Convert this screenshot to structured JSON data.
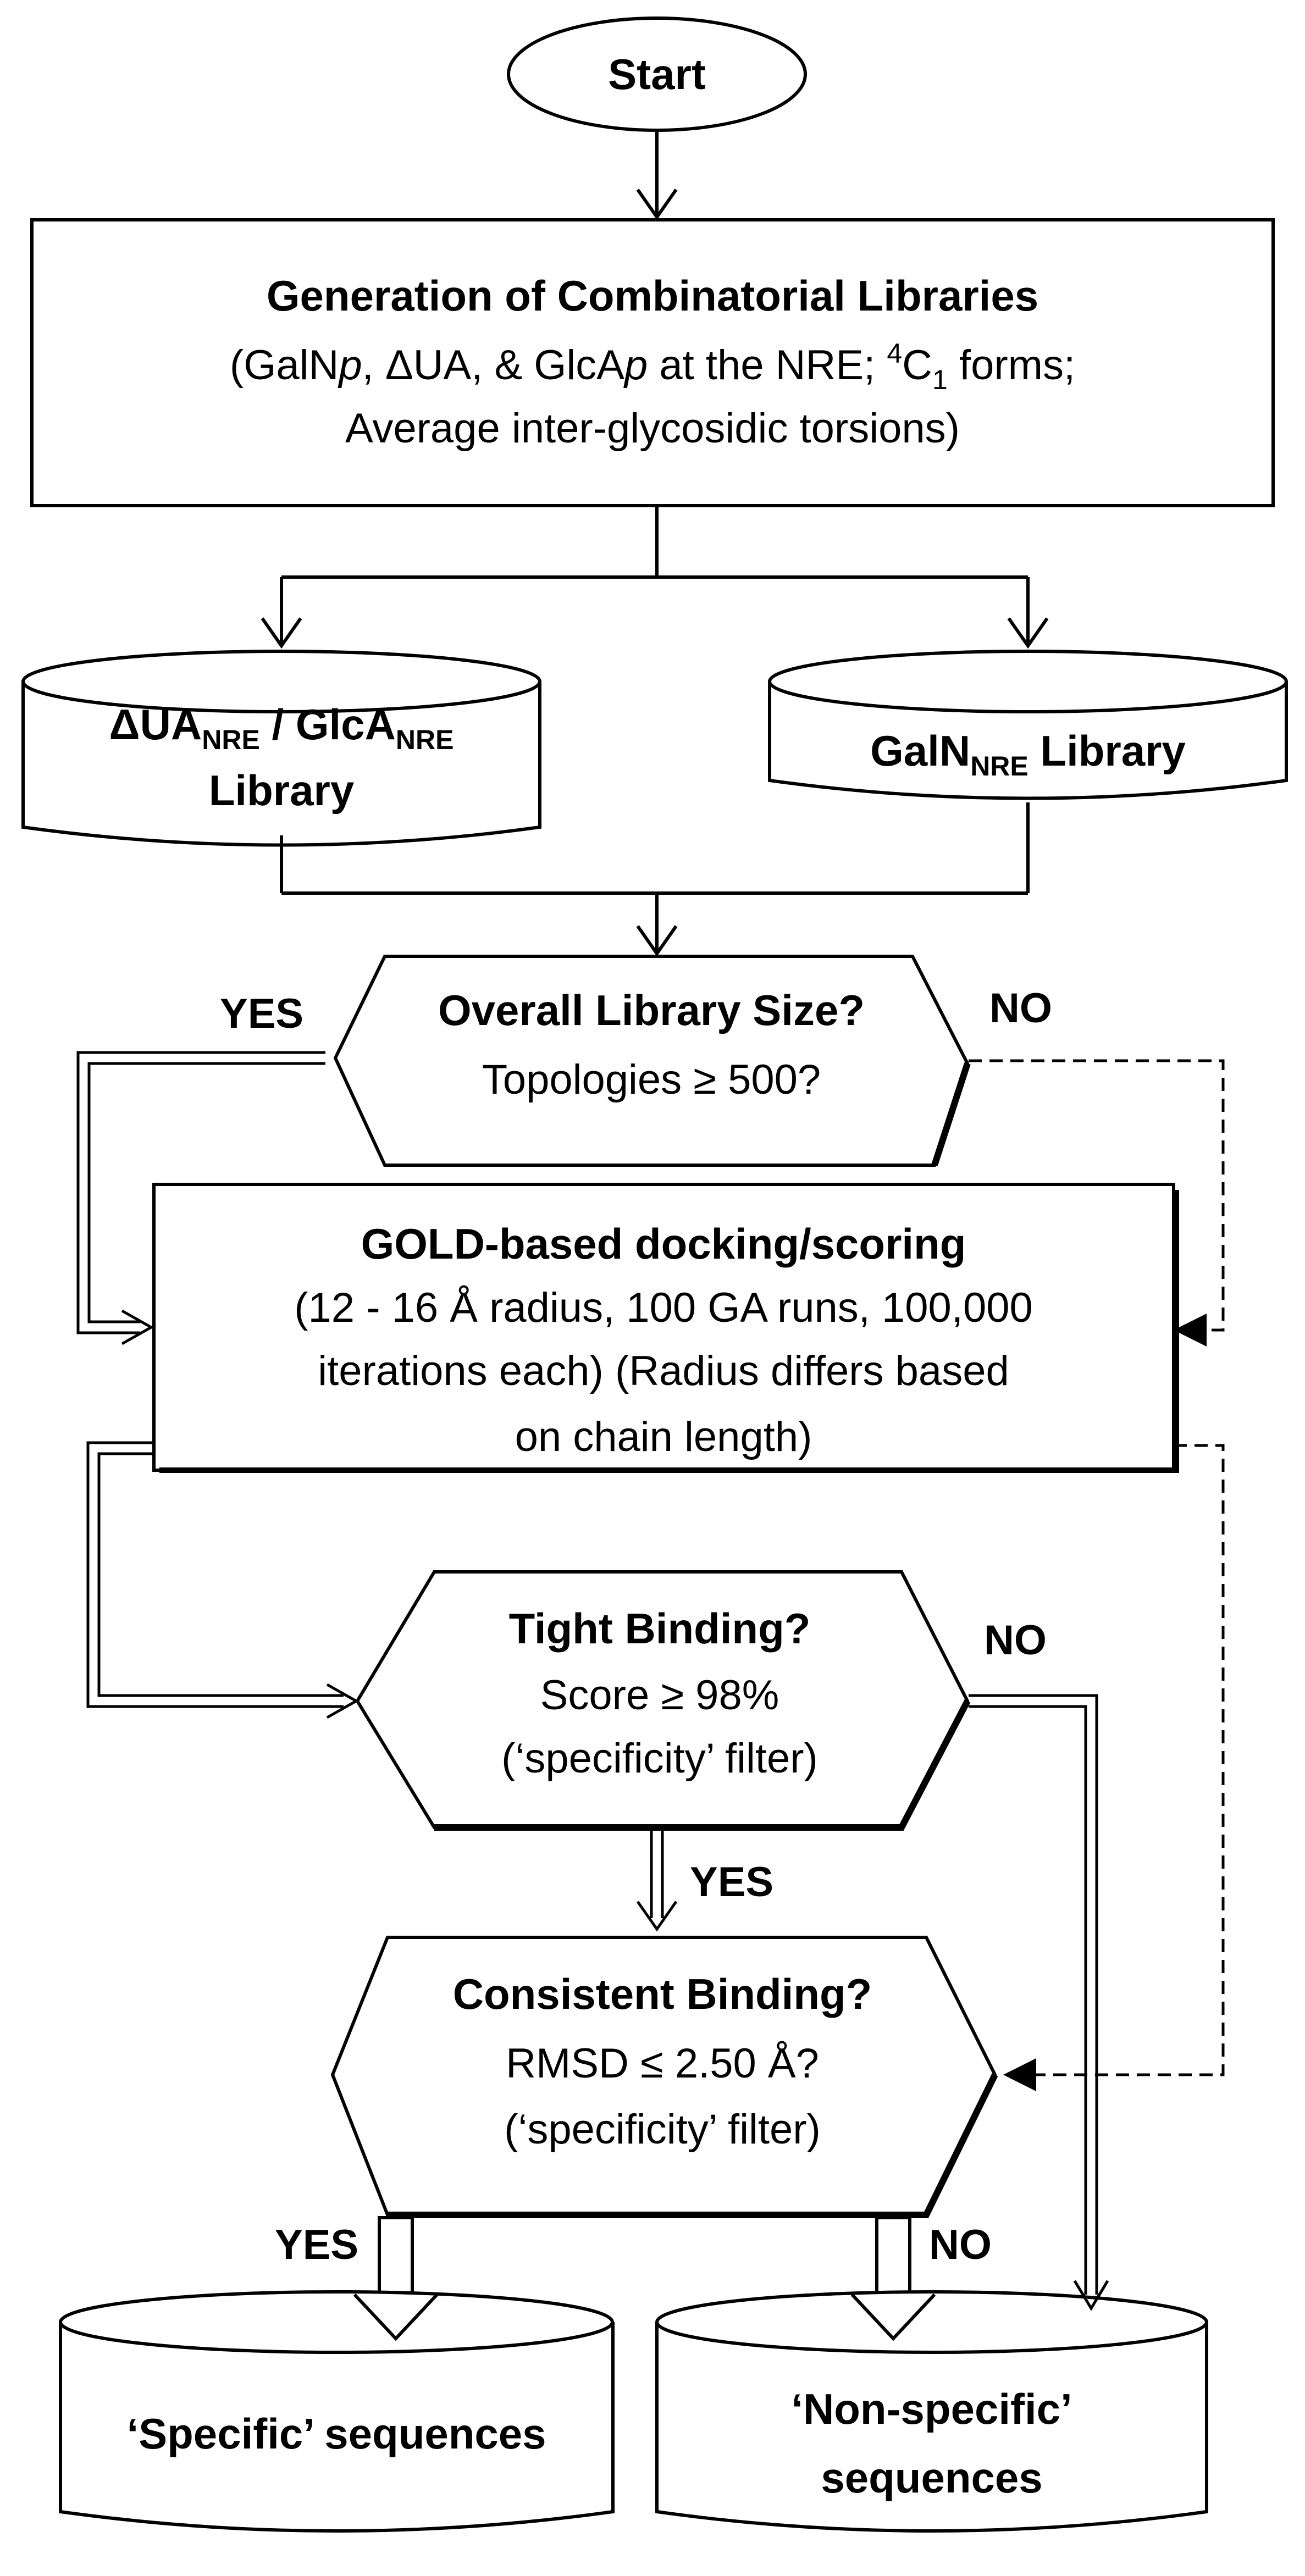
{
  "start": "Start",
  "generation": {
    "title": "Generation of Combinatorial Libraries",
    "line1_a": "(GalN",
    "line1_b": "p",
    "line1_c": ", ΔUA, & GlcA",
    "line1_d": "p",
    "line1_e": " at the NRE; ",
    "line1_sup": "4",
    "line1_f": "C",
    "line1_sub": "1",
    "line1_g": " forms;",
    "line2": "Average inter-glycosidic torsions)"
  },
  "library_left": {
    "a": "ΔUA",
    "a_sub": "NRE",
    "b": " / GlcA",
    "b_sub": "NRE",
    "line2": "Library"
  },
  "library_right": {
    "a": "GalN",
    "a_sub": "NRE",
    "b": " Library"
  },
  "size_decision": {
    "title": "Overall Library Size?",
    "line2": "Topologies ≥ 500?"
  },
  "gold": {
    "title": "GOLD-based docking/scoring",
    "line2": "(12 - 16 Å radius, 100 GA runs, 100,000",
    "line3": "iterations each) (Radius differs based",
    "line4": "on chain length)"
  },
  "tight": {
    "title": "Tight Binding?",
    "line2": "Score ≥ 98%",
    "line3": "(‘specificity’ filter)"
  },
  "consistent": {
    "title": "Consistent Binding?",
    "line2": "RMSD ≤ 2.50 Å?",
    "line3": "(‘specificity’ filter)"
  },
  "labels": {
    "yes1": "YES",
    "no1": "NO",
    "no2": "NO",
    "yes2": "YES",
    "yes3": "YES",
    "no3": "NO"
  },
  "specific": "‘Specific’ sequences",
  "nonspecific": {
    "line1": "‘Non-specific’",
    "line2": "sequences"
  }
}
